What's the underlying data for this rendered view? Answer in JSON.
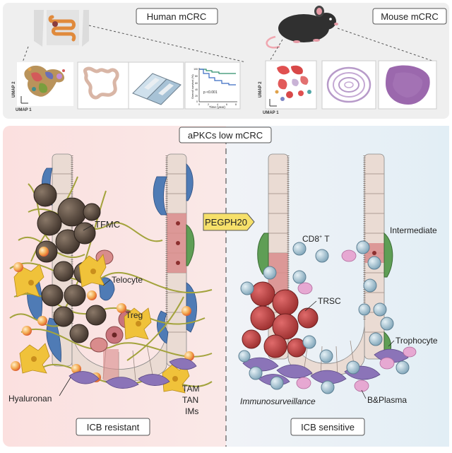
{
  "top_panel": {
    "human_label": "Human mCRC",
    "mouse_label": "Mouse mCRC",
    "umap_y": "UMAP 2",
    "umap_x": "UMAP 1",
    "km_plot": {
      "ylabel": "Overall survival (%)",
      "xlabel": "Time (year)",
      "pvalue": "p <0.001",
      "xticks": [
        "0",
        "2",
        "4",
        "6",
        "8"
      ],
      "yticks": [
        "100",
        "80",
        "60",
        "40",
        "20",
        "0"
      ]
    }
  },
  "bottom_panel": {
    "title": "aPKCs low mCRC",
    "treatment": "PEGPH20",
    "left_labels": {
      "tfmc": "TFMC",
      "telocyte": "Telocyte",
      "treg": "Treg",
      "hyaluronan": "Hyaluronan",
      "tam": "TAM",
      "tan": "TAN",
      "ims": "IMs"
    },
    "right_labels": {
      "cd8": "CD8",
      "cd8_sup": "+",
      "cd8_suffix": " T",
      "intermediate": "Intermediate",
      "trsc": "TRSC",
      "trophocyte": "Trophocyte",
      "immuno": "Immunosurveillance",
      "bplasma": "B&Plasma"
    },
    "left_status": "ICB resistant",
    "right_status": "ICB sensitive"
  },
  "colors": {
    "panel_bg": "#efefef",
    "left_bg": "#fbe3e3",
    "right_bg": "#e6f0f6",
    "epithelium": "#eadbd3",
    "epithelium_red": "#d98c8c",
    "tfmc": "#5e4e42",
    "telocyte": "#4f7bb5",
    "hyaluronan": "#9a9a3c",
    "treg": "#f0c23a",
    "cd8": "#a9c6d6",
    "myeloid": "#8b74b8",
    "trsc": "#c64a4a",
    "intermediate": "#5f9e55",
    "label_yellow": "#f6e06a"
  }
}
